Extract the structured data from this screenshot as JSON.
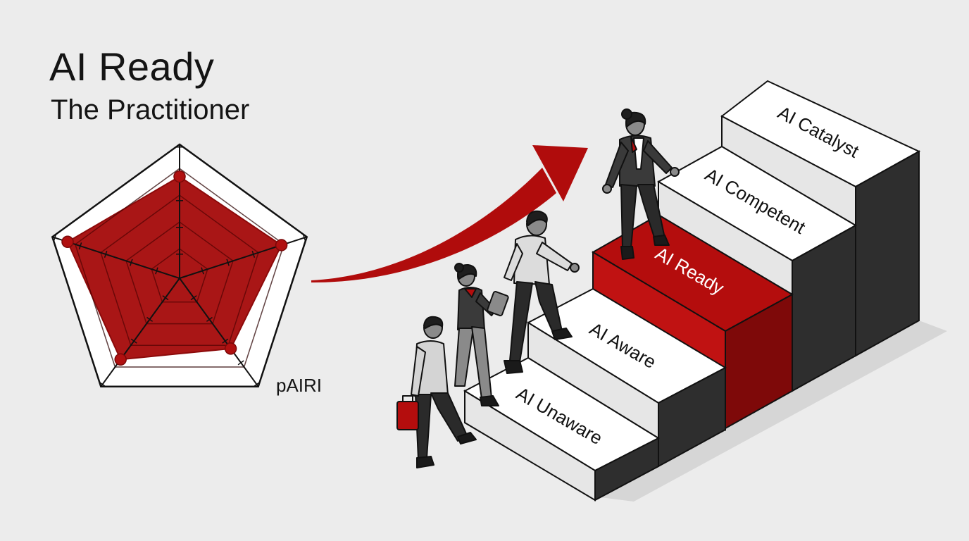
{
  "header": {
    "title": "AI Ready",
    "subtitle": "The Practitioner"
  },
  "radar": {
    "label": "pAIRI",
    "axes": 5,
    "rings": 4,
    "values": [
      0.76,
      0.8,
      0.65,
      0.75,
      0.88
    ],
    "fill_color": "#a50d0d",
    "grid_color": "#111111"
  },
  "staircase": {
    "steps": [
      {
        "label": "AI Unaware",
        "highlight": false
      },
      {
        "label": "AI Aware",
        "highlight": false
      },
      {
        "label": "AI Ready",
        "highlight": true
      },
      {
        "label": "AI Competent",
        "highlight": false
      },
      {
        "label": "AI Catalyst",
        "highlight": false
      }
    ],
    "highlight_color": "#b40d0d",
    "top_color": "#ffffff",
    "side_color": "#2e2e2e"
  },
  "people": [
    {
      "role": "person-with-briefcase"
    },
    {
      "role": "person-with-tablet"
    },
    {
      "role": "person-climbing"
    },
    {
      "role": "person-at-ai-ready"
    }
  ],
  "arrow": {
    "color": "#b00c0c"
  }
}
